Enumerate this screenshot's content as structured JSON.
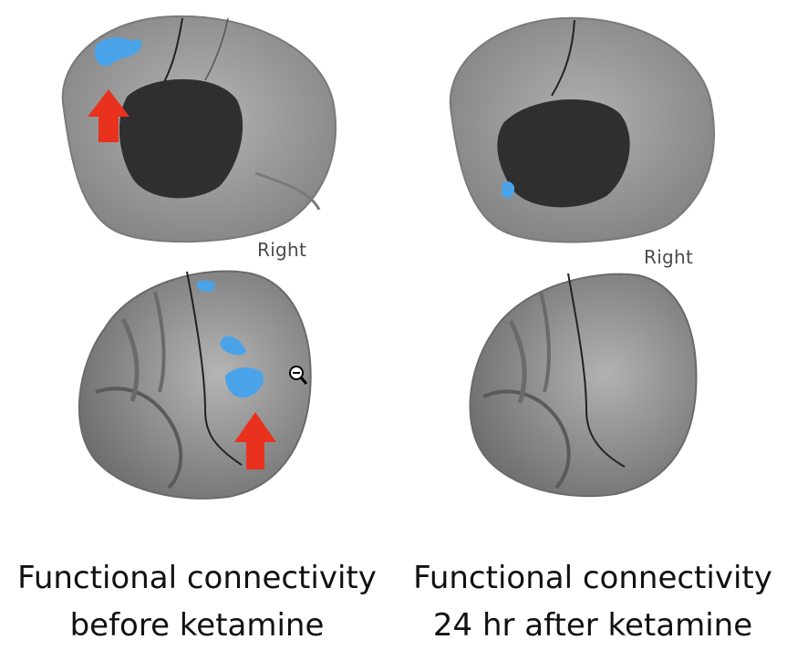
{
  "panels": {
    "before": {
      "hemisphere_label": "Right",
      "caption_line1": "Functional connectivity",
      "caption_line2": "before ketamine"
    },
    "after": {
      "hemisphere_label": "Right",
      "caption_line1": "Functional connectivity",
      "caption_line2": "24 hr after ketamine"
    }
  },
  "colors": {
    "cortex": "#9a9a9a",
    "cortex_dark": "#6e6e6e",
    "medial_wall": "#2f2f2f",
    "activation": "#4aa3e8",
    "arrow": "#e8321e"
  },
  "icons": [
    "zoom-out-cursor-icon",
    "up-arrow-icon"
  ]
}
